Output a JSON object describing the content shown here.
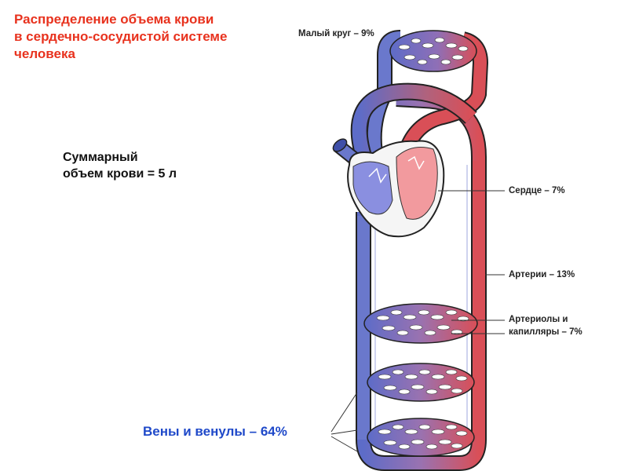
{
  "title": {
    "line1": "Распределение объема крови",
    "line2": "в сердечно-сосудистой системе",
    "line3": "человека"
  },
  "total": {
    "line1": "Суммарный",
    "line2": "объем крови = 5 л"
  },
  "labels": {
    "pulmonary": "Малый круг – 9%",
    "heart": "Сердце – 7%",
    "arteries": "Артерии – 13%",
    "arterioles_line1": "Артериолы и",
    "arterioles_line2": "капилляры  – 7%",
    "veins": "Вены и венулы – 64%"
  },
  "colors": {
    "title": "#e8321e",
    "veins_label": "#1f49c9",
    "vein_blue": "#6a78cc",
    "artery_red": "#d94f57",
    "heart_blue": "#8a8fe0",
    "heart_pink": "#f29a9e"
  }
}
